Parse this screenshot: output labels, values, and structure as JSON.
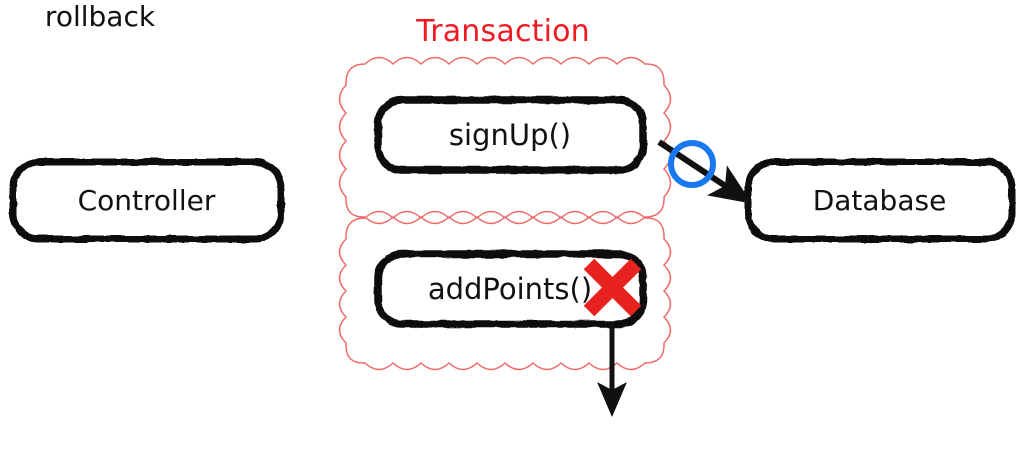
{
  "diagram": {
    "title": "Transaction",
    "title_color": "#ee1b22",
    "background_color": "#ffffff",
    "nodes": [
      {
        "id": "controller",
        "label": "Controller",
        "shape": "rounded-rect-sketch",
        "stroke": "#000000"
      },
      {
        "id": "signup",
        "label": "signUp()",
        "shape": "rounded-rect-sketch",
        "stroke": "#000000"
      },
      {
        "id": "addpoints",
        "label": "addPoints()",
        "shape": "rounded-rect-sketch",
        "stroke": "#000000"
      },
      {
        "id": "database",
        "label": "Database",
        "shape": "rounded-rect-sketch",
        "stroke": "#000000"
      }
    ],
    "groups": [
      {
        "id": "transaction-group-signup",
        "border_style": "scalloped",
        "border_color": "#f06a6a",
        "contains": "signUp()"
      },
      {
        "id": "transaction-group-addpoints",
        "border_style": "scalloped",
        "border_color": "#f06a6a",
        "contains": "addPoints()"
      }
    ],
    "markers": [
      {
        "id": "blocked-marker",
        "icon": "no-entry-circle-icon",
        "color": "#1878f0",
        "meaning": "blocked"
      },
      {
        "id": "failure-marker",
        "icon": "red-x-icon",
        "color": "#e8231f",
        "meaning": "failed"
      }
    ],
    "edges": [
      {
        "id": "signup-to-database",
        "from": "signUp()",
        "to": "Database",
        "color": "#111111",
        "blocked": true
      },
      {
        "id": "addpoints-to-rollback",
        "from": "addPoints()",
        "to": "rollback",
        "color": "#111111",
        "blocked": false
      }
    ],
    "annotations": [
      {
        "id": "rollback",
        "label": "rollback",
        "color": "#111111"
      }
    ]
  }
}
